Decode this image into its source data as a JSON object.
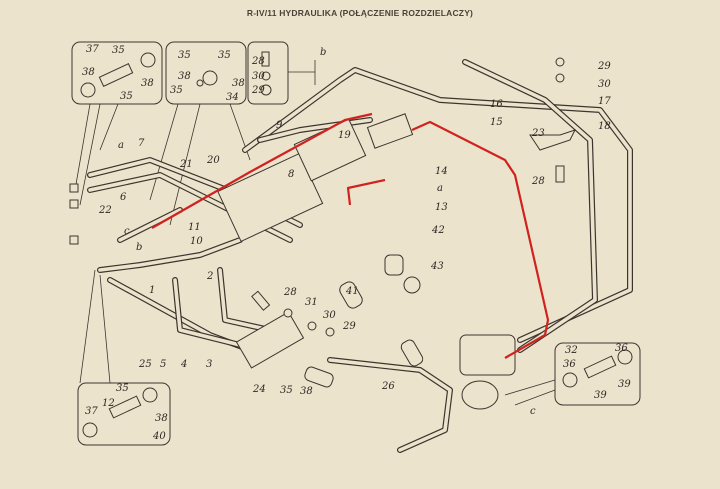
{
  "title": "R-IV/11 HYDRAULIKA (POŁĄCZENIE ROZDZIELACZY)",
  "colors": {
    "paper": "#ece3cd",
    "ink": "#3b352e",
    "highlight_pipe": "#d0231f"
  },
  "labels": [
    "37",
    "35",
    "38",
    "38",
    "35",
    "35",
    "35",
    "38",
    "38",
    "35",
    "34",
    "28",
    "30",
    "29",
    "b",
    "a",
    "7",
    "21",
    "20",
    "9",
    "6",
    "22",
    "11",
    "10",
    "c",
    "b",
    "2",
    "1",
    "8",
    "19",
    "16",
    "15",
    "14",
    "a",
    "13",
    "42",
    "43",
    "41",
    "28",
    "31",
    "30",
    "29",
    "25",
    "5",
    "4",
    "3",
    "24",
    "35",
    "38",
    "26",
    "35",
    "12",
    "38",
    "37",
    "40",
    "29",
    "30",
    "17",
    "18",
    "23",
    "28",
    "32",
    "36",
    "36",
    "39",
    "39",
    "c"
  ]
}
